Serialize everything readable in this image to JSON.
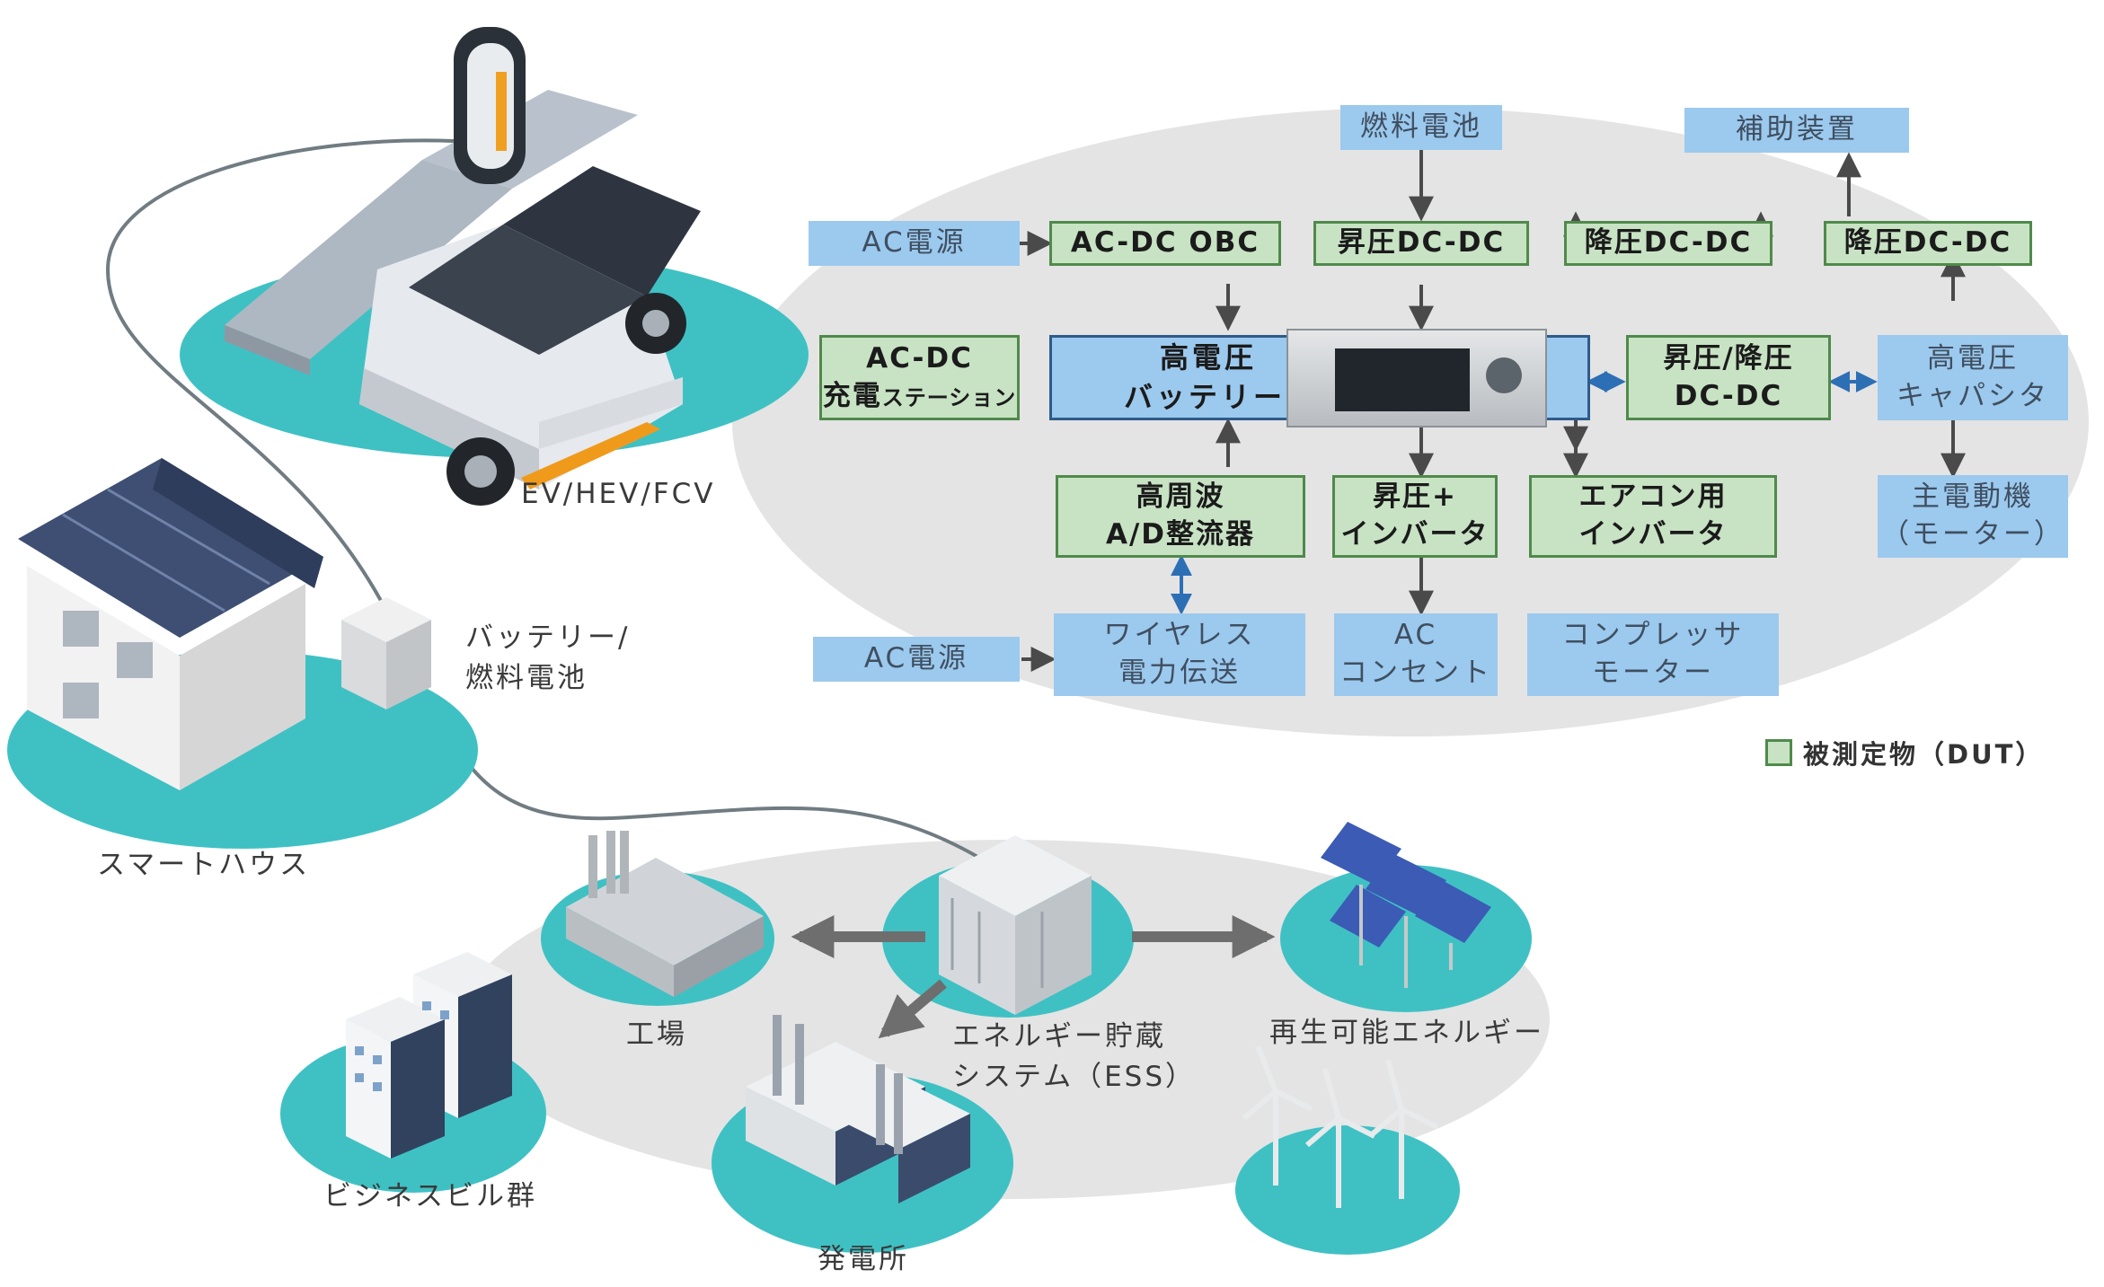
{
  "diagram": {
    "colors": {
      "dut_fill": "#c8e3c4",
      "dut_border": "#4f8a4a",
      "source_fill": "#9cc9ee",
      "ellipse": "#e4e4e4",
      "teal": "#3fc1c4",
      "arrow": "#4a4a4a",
      "bidir_arrow": "#2d6fb5"
    },
    "scenes": {
      "vehicle": "EV/HEV/FCV",
      "storage": [
        "バッテリー/",
        "燃料電池"
      ],
      "smart_house": "スマートハウス",
      "factory": "工場",
      "ess": [
        "エネルギー貯蔵",
        "システム（ESS）"
      ],
      "renewable": "再生可能エネルギー",
      "buildings": "ビジネスビル群",
      "power_plant": "発電所"
    },
    "blocks": {
      "fuel_cell": "燃料電池",
      "aux_device": "補助装置",
      "ac_source_top": "AC電源",
      "ac_dc_obc": "AC-DC OBC",
      "boost_dcdc_top": "昇圧DC-DC",
      "buck_dcdc_1": "降圧DC-DC",
      "buck_dcdc_2": "降圧DC-DC",
      "ac_dc_station": [
        "AC-DC",
        "充電",
        "ステーション"
      ],
      "hv_battery": [
        "高電圧",
        "バッテリー"
      ],
      "boost_buck_dcdc": [
        "昇圧/降圧",
        "DC-DC"
      ],
      "hv_capacitor": [
        "高電圧",
        "キャパシタ"
      ],
      "hf_rectifier": [
        "高周波",
        "A/D整流器"
      ],
      "boost_inverter": [
        "昇圧+",
        "インバータ"
      ],
      "ac_inverter": [
        "エアコン用",
        "インバータ"
      ],
      "main_motor": [
        "主電動機",
        "（モーター）"
      ],
      "ac_source_bottom": "AC電源",
      "wireless_power": [
        "ワイヤレス",
        "電力伝送"
      ],
      "ac_outlet": [
        "AC",
        "コンセント"
      ],
      "compressor_motor": [
        "コンプレッサ",
        "モーター"
      ]
    },
    "legend": "被測定物（DUT）",
    "icons": [
      "charging-station-icon",
      "ev-car-icon",
      "battery-cabinet-icon",
      "house-icon",
      "factory-icon",
      "ess-rack-icon",
      "solar-panel-icon",
      "wind-turbine-icon",
      "office-building-icon",
      "power-plant-icon",
      "power-supply-instrument-icon"
    ]
  }
}
